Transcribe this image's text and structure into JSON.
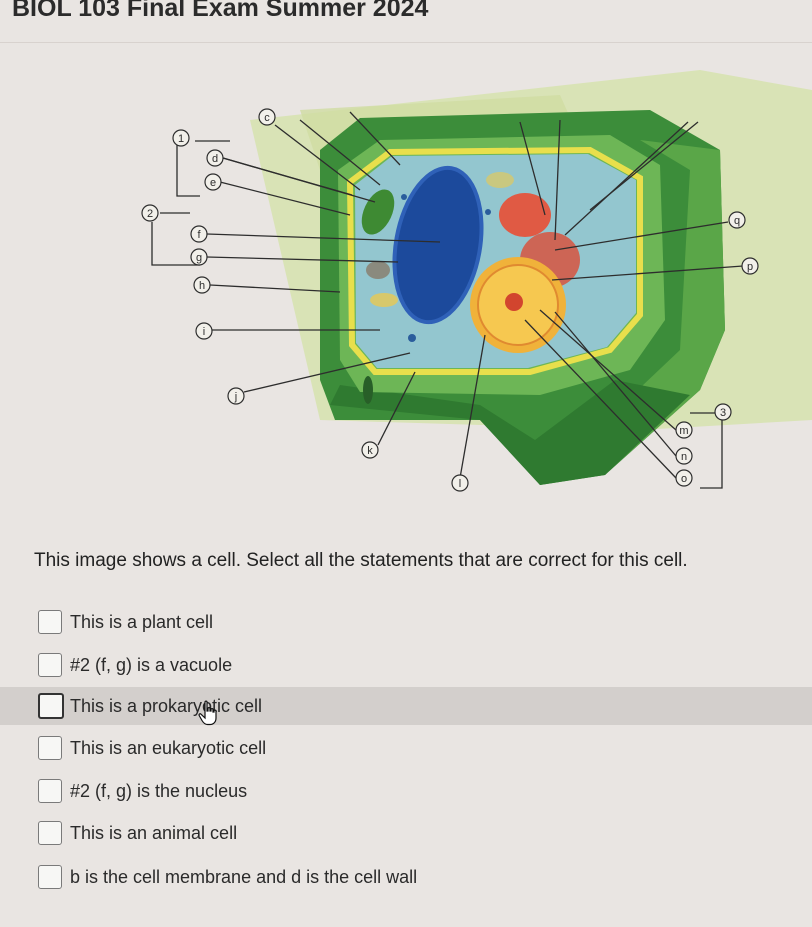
{
  "page": {
    "title": "BIOL 103 Final Exam Summer 2024"
  },
  "diagram": {
    "labels": [
      "1",
      "2",
      "3",
      "c",
      "d",
      "e",
      "f",
      "g",
      "h",
      "i",
      "j",
      "k",
      "l",
      "m",
      "n",
      "o",
      "p",
      "q"
    ]
  },
  "question": {
    "prompt": "This image shows a cell. Select all the statements that are correct for this cell.",
    "options": [
      {
        "label": "This is a plant cell",
        "checked": false
      },
      {
        "label": "#2 (f, g) is a vacuole",
        "checked": false
      },
      {
        "label": "This is a prokaryotic cell",
        "checked": false,
        "hovered": true
      },
      {
        "label": "This is an eukaryotic cell",
        "checked": false
      },
      {
        "label": "#2 (f, g) is the nucleus",
        "checked": false
      },
      {
        "label": "This is an animal cell",
        "checked": false
      },
      {
        "label": "b is the cell membrane and d is the cell wall",
        "checked": false
      }
    ]
  }
}
